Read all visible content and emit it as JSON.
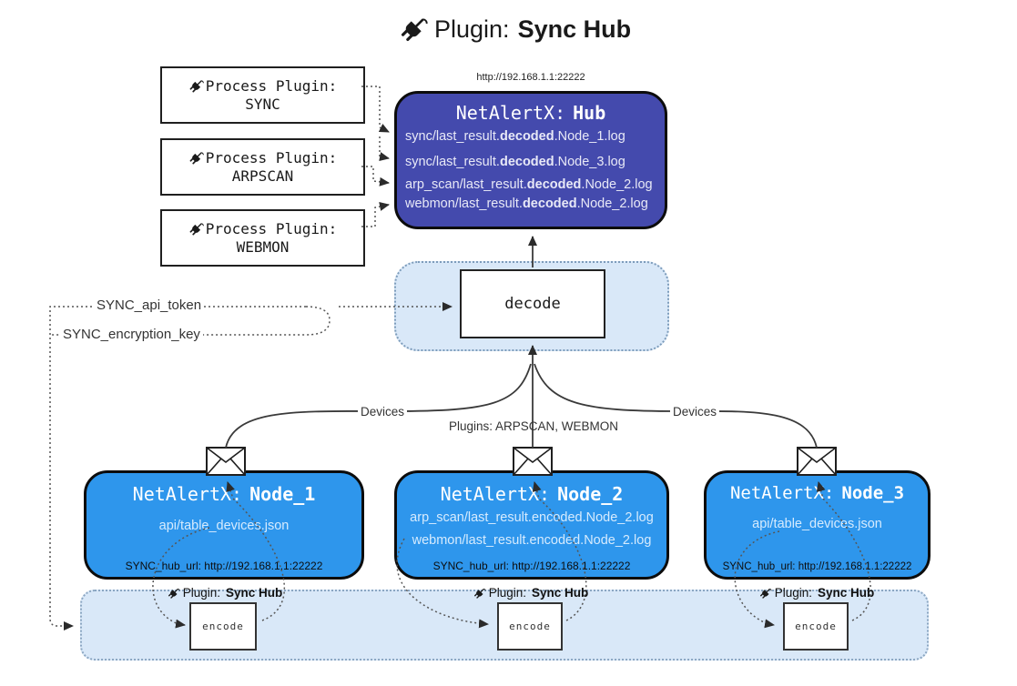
{
  "page_title": {
    "prefix": "Plugin:",
    "name": "Sync Hub"
  },
  "process_plugins": [
    {
      "label": "Process Plugin:",
      "name": "SYNC"
    },
    {
      "label": "Process Plugin:",
      "name": "ARPSCAN"
    },
    {
      "label": "Process Plugin:",
      "name": "WEBMON"
    }
  ],
  "hub": {
    "url": "http://192.168.1.1:22222",
    "title_prefix": "NetAlertX:",
    "title_name": "Hub",
    "logs": [
      {
        "pre": "sync/last_result.",
        "bold": "decoded",
        "post": ".Node_1.log"
      },
      {
        "pre": "sync/last_result.",
        "bold": "decoded",
        "post": ".Node_3.log"
      },
      {
        "pre": "arp_scan/last_result.",
        "bold": "decoded",
        "post": ".Node_2.log"
      },
      {
        "pre": "webmon/last_result.",
        "bold": "decoded",
        "post": ".Node_2.log"
      }
    ]
  },
  "decode_box": {
    "label": "decode"
  },
  "keys": {
    "api_token": "SYNC_api_token",
    "encryption_key": "SYNC_encryption_key"
  },
  "edge_labels": {
    "devices_left": "Devices",
    "plugins_center": "Plugins: ARPSCAN, WEBMON",
    "devices_right": "Devices"
  },
  "nodes": [
    {
      "title_prefix": "NetAlertX:",
      "title_name": "Node_1",
      "files": [
        "api/table_devices.json"
      ],
      "hub_url": "SYNC_hub_url: http://192.168.1.1:22222"
    },
    {
      "title_prefix": "NetAlertX:",
      "title_name": "Node_2",
      "files": [
        "arp_scan/last_result.encoded.Node_2.log",
        "webmon/last_result.encoded.Node_2.log"
      ],
      "hub_url": "SYNC_hub_url: http://192.168.1.1:22222"
    },
    {
      "title_prefix": "NetAlertX:",
      "title_name": "Node_3",
      "files": [
        "api/table_devices.json"
      ],
      "hub_url": "SYNC_hub_url: http://192.168.1.1:22222"
    }
  ],
  "encode_sections": [
    {
      "label_prefix": "Plugin:",
      "label_name": "Sync Hub",
      "box_label": "encode"
    },
    {
      "label_prefix": "Plugin:",
      "label_name": "Sync Hub",
      "box_label": "encode"
    },
    {
      "label_prefix": "Plugin:",
      "label_name": "Sync Hub",
      "box_label": "encode"
    }
  ],
  "colors": {
    "hub_bg": "#444AAD",
    "node_bg": "#2E96EC",
    "panel_bg": "#D9E8F8",
    "panel_border": "#7D9CBB",
    "box_border": "#1A1A1A",
    "hub_log_text": "#E8E9F7",
    "node_file_text": "#D6EBFE",
    "connector": "#3A3A3A"
  }
}
